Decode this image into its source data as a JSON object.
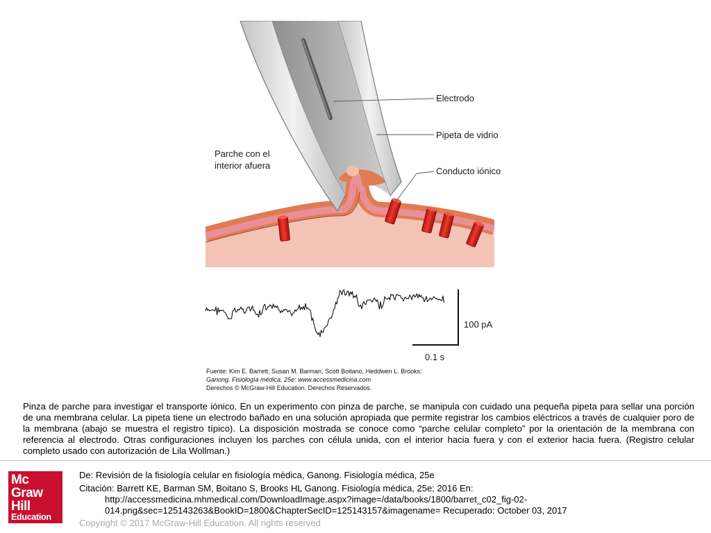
{
  "figure": {
    "labels": {
      "electrode": "Electrodo",
      "pipette": "Pipeta de vidrio",
      "patch_line1": "Parche con el",
      "patch_line2": "interior afuera",
      "channel": "Conducto iónico"
    },
    "scale_bar": {
      "current": "100 pA",
      "time": "0.1 s"
    },
    "source": {
      "line1": "Fuente: Kim E. Barrett, Susan M. Barman, Scott Boitano, Heddwen L. Brooks:",
      "line2": "Ganong. Fisiología médica, 25e: www.accessmedicina.com",
      "line3": "Derechos © McGraw-Hill Education. Derechos Reservados."
    },
    "colors": {
      "cytoplasm": "#f3c4b6",
      "membrane_outer": "#e07b53",
      "membrane_inner": "#e98f96",
      "channel": "#d21f1f",
      "pipette_glass": "#d9d9d9",
      "pipette_lumen": "#a9a9a9"
    }
  },
  "caption": "Pinza de parche para investigar el transporte iónico. En un experimento con pinza de parche, se manipula con cuidado una pequeña pipeta para sellar una porción de una membrana celular. La pipeta tiene un electrodo bañado en una solución apropiada que permite registrar los cambios eléctricos a través de cualquier poro de la membrana (abajo se muestra el registro típico). La disposición mostrada se conoce como “parche celular completo” por la orientación de la membrana con referencia al electrodo. Otras configuraciones incluyen los parches con célula unida, con el interior hacia fuera y con el exterior hacia fuera. (Registro celular completo usado con autorización de Lila Wollman.)",
  "footer": {
    "logo": {
      "line1": "Mc",
      "line2": "Graw",
      "line3": "Hill",
      "line4": "Education"
    },
    "from_line": "De: Revisión de la fisiología celular en fisiología médica, Ganong. Fisiología médica, 25e",
    "citation_line1": "Citación: Barrett KE, Barman SM, Boitano S, Brooks HL  Ganong. Fisiología médica, 25e; 2016 En:",
    "citation_line2": "http://accessmedicina.mhmedical.com/DownloadImage.aspx?image=/data/books/1800/barret_c02_fig-02-",
    "citation_line3": "014.png&sec=125143263&BookID=1800&ChapterSecID=125143157&imagename= Recuperado: October 03, 2017",
    "copyright": "Copyright © 2017 McGraw-Hill Education. All rights reserved"
  }
}
